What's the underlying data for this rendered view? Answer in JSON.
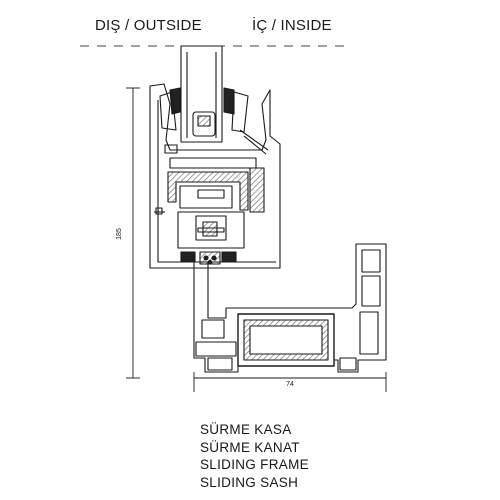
{
  "header": {
    "outside_label": "DIŞ / OUTSIDE",
    "inside_label": "İÇ / INSIDE"
  },
  "dimensions": {
    "height": "185",
    "width": "74"
  },
  "caption": [
    "SÜRME KASA",
    "SÜRME KANAT",
    "SLIDING FRAME",
    "SLIDING SASH"
  ],
  "colors": {
    "line": "#1a1a1a",
    "hatch": "#777777",
    "paper": "#ffffff"
  }
}
